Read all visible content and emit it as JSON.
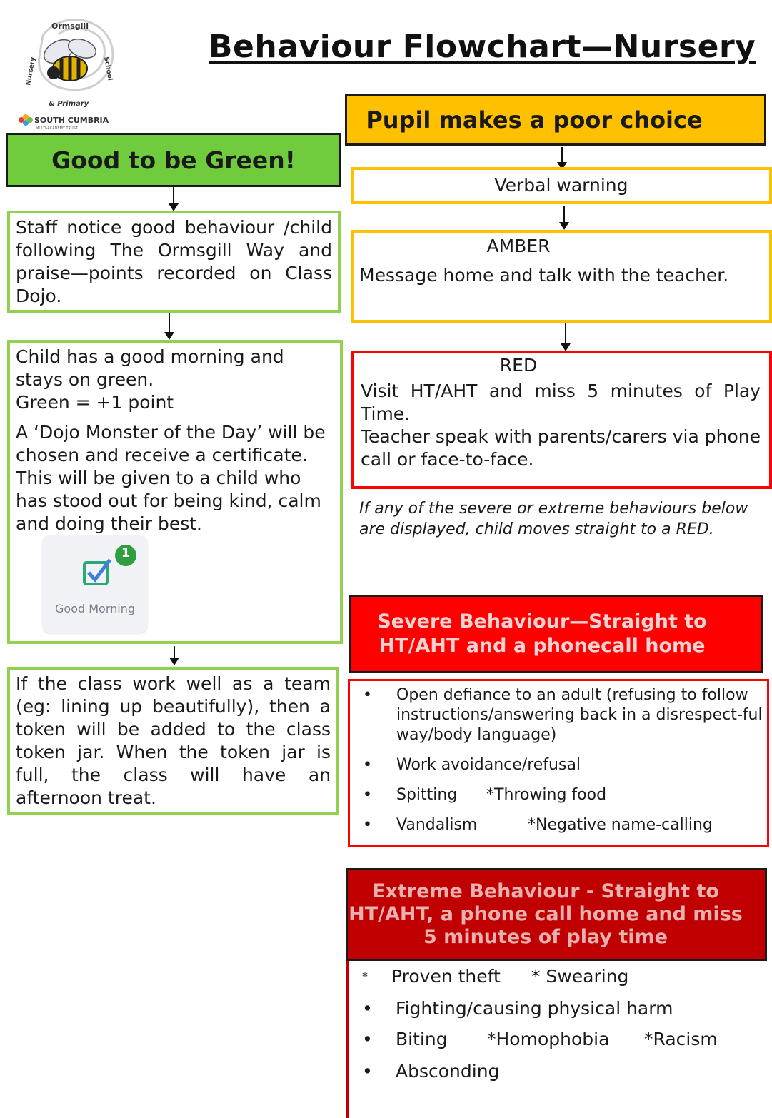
{
  "logo": {
    "school_ring": "Ormsgill Nursery & Primary School",
    "trust_name": "SOUTH CUMBRIA",
    "trust_sub": "MULTI-ACADEMY TRUST"
  },
  "title": "Behaviour Flowchart—Nursery",
  "green": {
    "heading": "Good to be Green!",
    "step1": "Staff notice good behaviour /child following The Ormsgill Way and praise—points recorded on Class Dojo.",
    "step2_line1": "Child has a good morning and stays on green.",
    "step2_line2": "Green = +1 point",
    "step2_para": "A ‘Dojo Monster of the Day’ will be chosen and receive a certificate. This will be given to a child who has stood out for being kind, calm and doing their best.",
    "dojo_badge_count": "1",
    "dojo_label": "Good Morning",
    "step3": "If the class work well as a team (eg: lining up beautifully), then a token will be added to the class token jar. When the token jar is full, the class will have an afternoon treat."
  },
  "poor": {
    "heading": "Pupil makes a poor choice",
    "verbal": "Verbal warning",
    "amber_title": "AMBER",
    "amber_text": "Message home and talk with the teacher.",
    "red_title": "RED",
    "red_text1": "Visit HT/AHT and miss 5 minutes of Play Time.",
    "red_text2": "Teacher speak with parents/carers via phone call or face-to-face.",
    "note": "If any of the severe or extreme behaviours below are displayed, child moves straight to a RED."
  },
  "severe": {
    "heading": "Severe Behaviour—Straight to HT/AHT and a phonecall home",
    "items": [
      "Open defiance to an adult (refusing to follow instructions/answering back in a disrespect-ful way/body language)",
      "Work avoidance/refusal",
      "Spitting",
      "*Throwing food",
      "Vandalism",
      "*Negative name-calling"
    ]
  },
  "extreme": {
    "heading": "Extreme Behaviour - Straight to HT/AHT, a phone call home and miss 5 minutes of play time",
    "items": [
      "Proven theft",
      "* Swearing",
      "Fighting/causing physical harm",
      "Biting",
      "*Homophobia",
      "*Racism",
      "Absconding"
    ]
  },
  "colors": {
    "green": "#70cc3c",
    "green_border": "#92d050",
    "amber": "#ffc000",
    "red": "#ff0000",
    "dark_red": "#c00000"
  }
}
